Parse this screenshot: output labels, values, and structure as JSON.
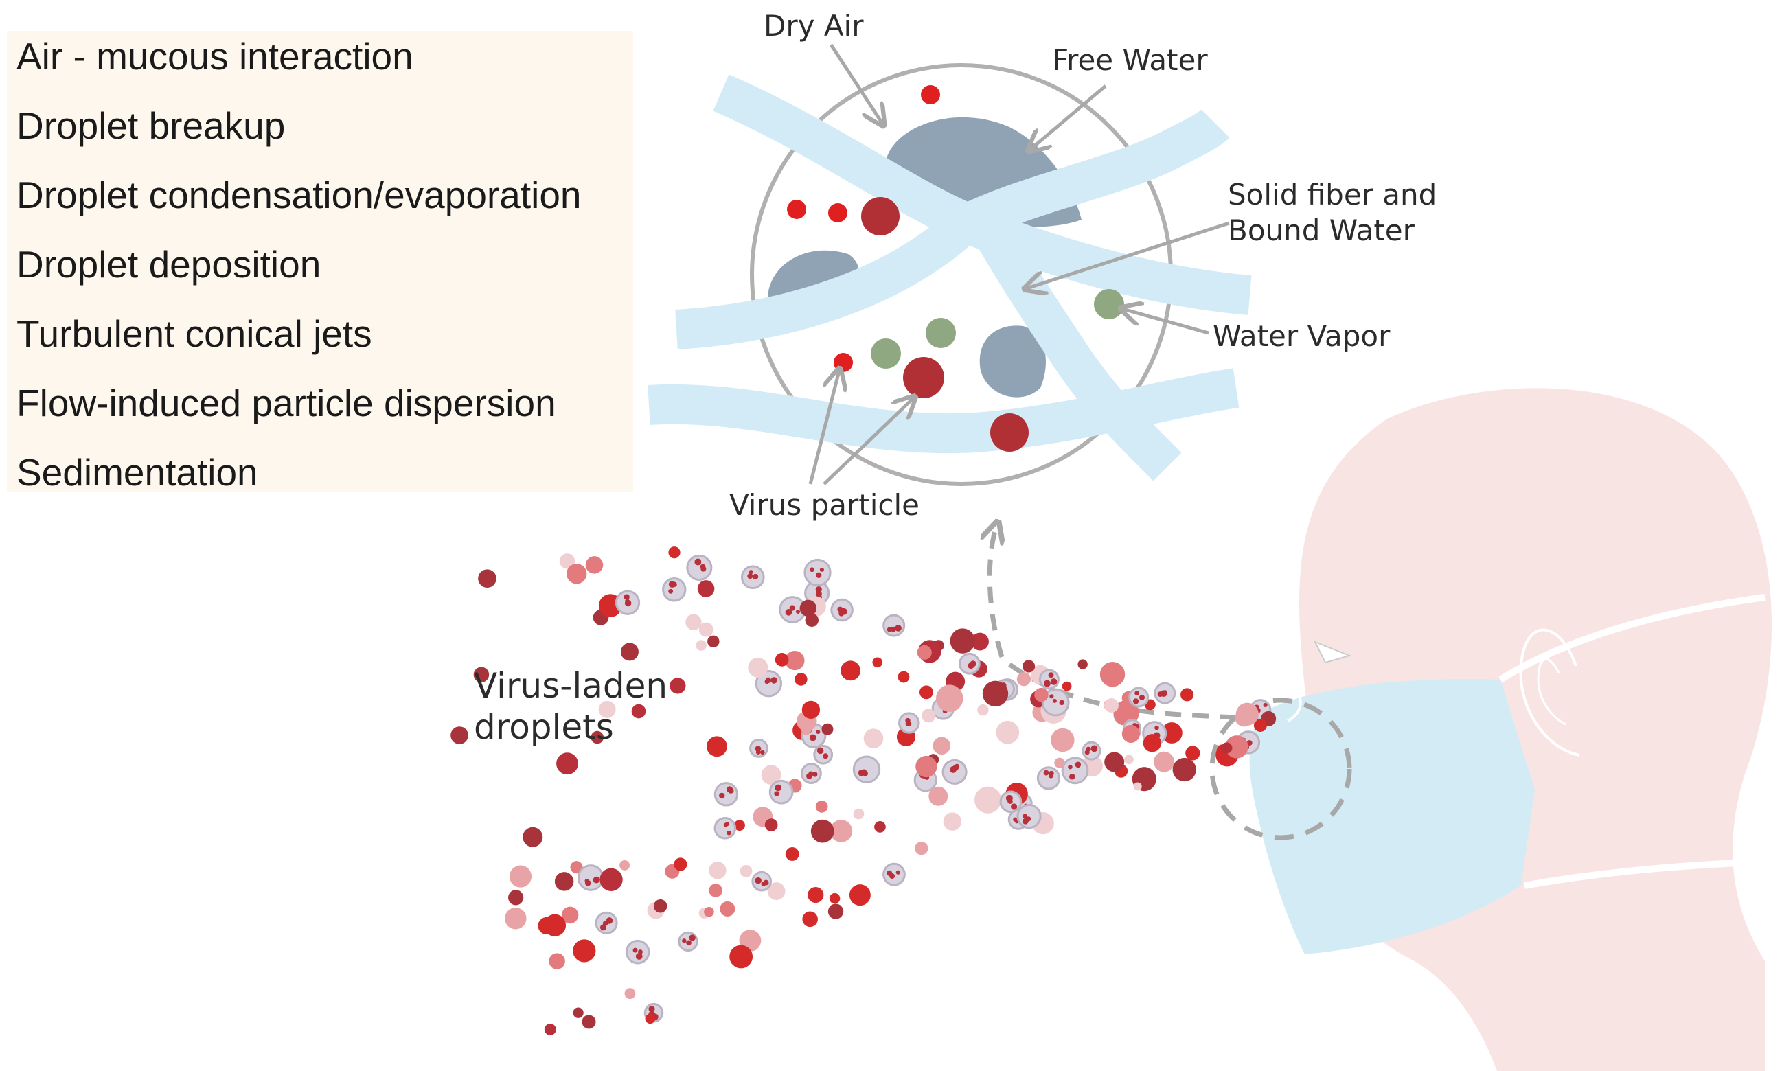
{
  "process_list": {
    "items": [
      "Air - mucous interaction",
      "Droplet breakup",
      "Droplet condensation/evaporation",
      "Droplet deposition",
      "Turbulent conical jets",
      "Flow-induced particle dispersion",
      "Sedimentation"
    ]
  },
  "inset": {
    "labels": {
      "dry_air": "Dry Air",
      "free_water": "Free Water",
      "solid_fiber_1": "Solid fiber and",
      "solid_fiber_2": "Bound Water",
      "water_vapor": "Water Vapor",
      "virus_particle": "Virus particle"
    }
  },
  "plume": {
    "label_line1": "Virus-laden",
    "label_line2": "droplets"
  },
  "colors": {
    "head": "#f9e4e4",
    "mask": "#d3ebf5",
    "fiber": "#d3ebf6",
    "free_water": "#8fa3b4",
    "virus_small": "#e02020",
    "virus_dark": "#b03035",
    "vapor": "#8fa882",
    "outline": "#a8a8a8"
  }
}
